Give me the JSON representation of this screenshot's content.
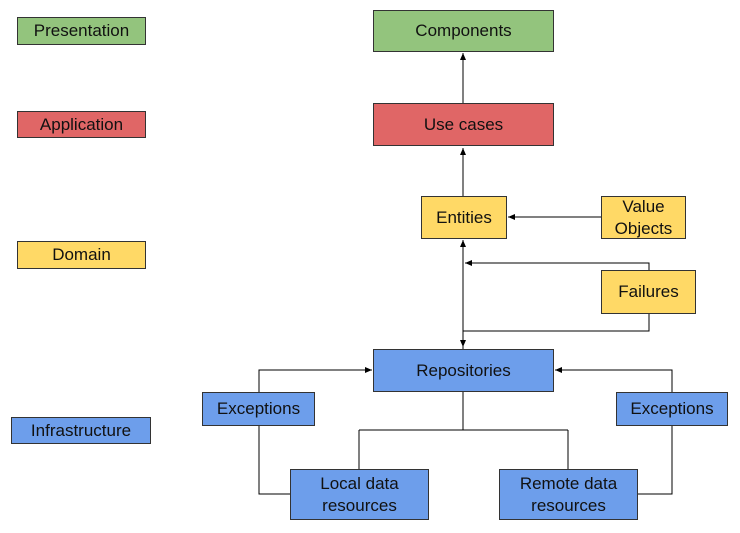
{
  "colors": {
    "presentation": "#93c47d",
    "application": "#e06666",
    "domain": "#ffd966",
    "infrastructure": "#6d9eeb"
  },
  "layers": {
    "presentation": "Presentation",
    "application": "Application",
    "domain": "Domain",
    "infrastructure": "Infrastructure"
  },
  "nodes": {
    "components": "Components",
    "use_cases": "Use cases",
    "entities": "Entities",
    "value_objects": [
      "Value",
      "Objects"
    ],
    "failures": "Failures",
    "repositories": "Repositories",
    "exceptions_left": "Exceptions",
    "exceptions_right": "Exceptions",
    "local_data": [
      "Local data",
      "resources"
    ],
    "remote_data": [
      "Remote data",
      "resources"
    ]
  }
}
